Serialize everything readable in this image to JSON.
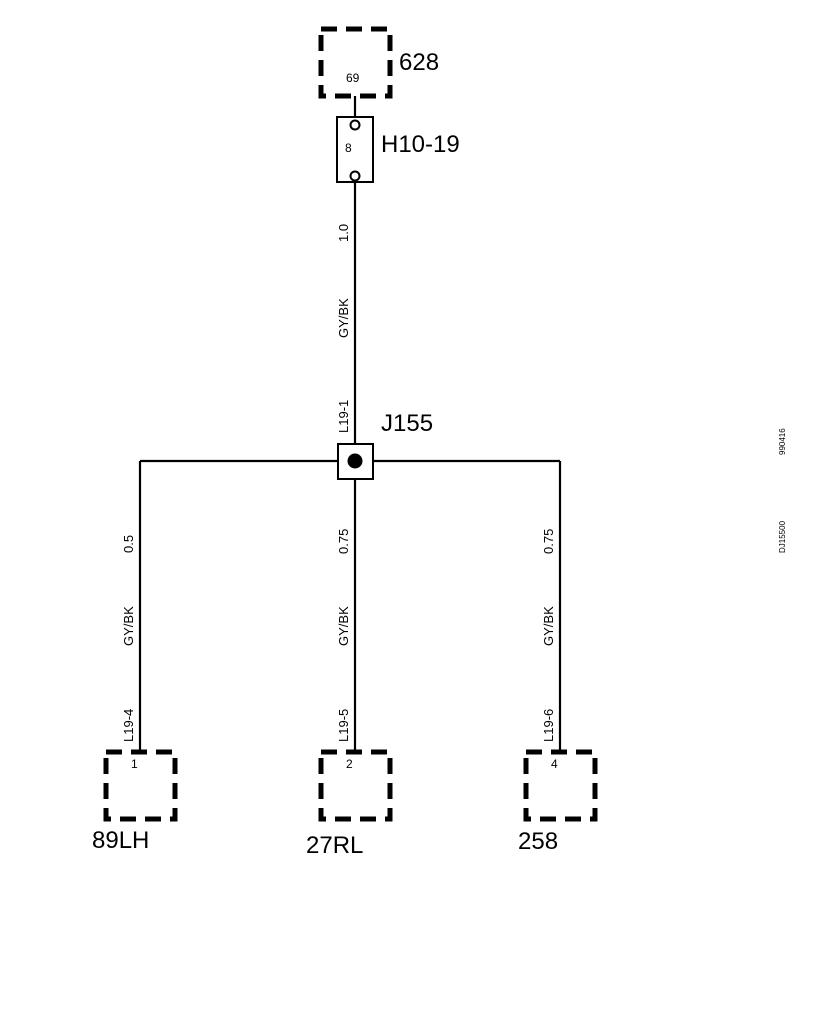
{
  "components": {
    "top": {
      "name": "628",
      "pin": "69"
    },
    "connector": {
      "name": "H10-19",
      "pin": "8"
    },
    "junction": {
      "name": "J155"
    },
    "bottom_left": {
      "name": "89LH",
      "pin": "1"
    },
    "bottom_mid": {
      "name": "27RL",
      "pin": "2"
    },
    "bottom_right": {
      "name": "258",
      "pin": "4"
    }
  },
  "wires": {
    "main": {
      "size": "1.0",
      "color": "GY/BK",
      "id": "L19-1"
    },
    "left": {
      "size": "0.5",
      "color": "GY/BK",
      "id": "L19-4"
    },
    "mid": {
      "size": "0.75",
      "color": "GY/BK",
      "id": "L19-5"
    },
    "right": {
      "size": "0.75",
      "color": "GY/BK",
      "id": "L19-6"
    }
  },
  "side_codes": {
    "date": "990416",
    "drawing": "DJ15500"
  }
}
